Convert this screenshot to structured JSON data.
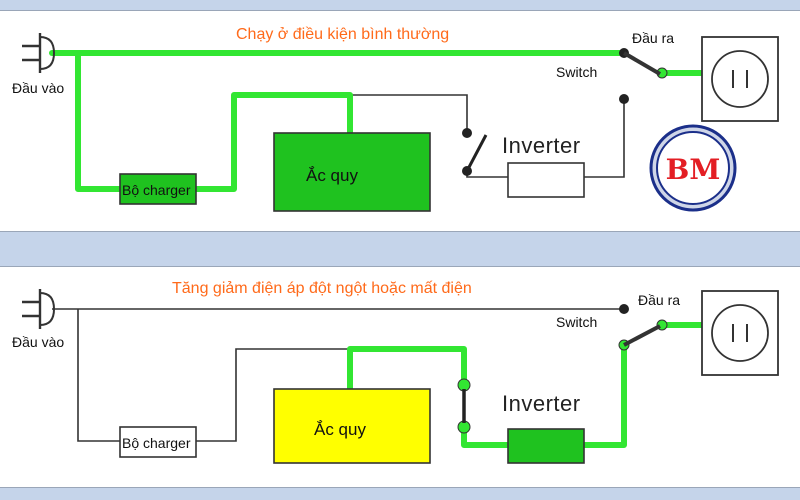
{
  "colors": {
    "live_wire": "#32e632",
    "idle_wire": "#333333",
    "panel_bg": "#ffffff",
    "page_bg": "#c5d4ea",
    "title": "#ff6a1a",
    "battery_normal": "#1fc21f",
    "battery_outage": "#ffff00",
    "logo_red": "#e31e24",
    "logo_blue": "#1b2f8a"
  },
  "logo": {
    "text": "BM"
  },
  "panels": {
    "normal": {
      "title": "Chạy ở điều kiện bình thường",
      "input_label": "Đầu vào",
      "output_label": "Đầu ra",
      "switch_label": "Switch",
      "charger_label": "Bộ charger",
      "battery_label": "Ắc quy",
      "inverter_label": "Inverter"
    },
    "outage": {
      "title": "Tăng giảm điện áp đột ngột hoặc mất điện",
      "input_label": "Đầu vào",
      "output_label": "Đầu ra",
      "switch_label": "Switch",
      "charger_label": "Bộ charger",
      "battery_label": "Ắc quy",
      "inverter_label": "Inverter"
    }
  }
}
